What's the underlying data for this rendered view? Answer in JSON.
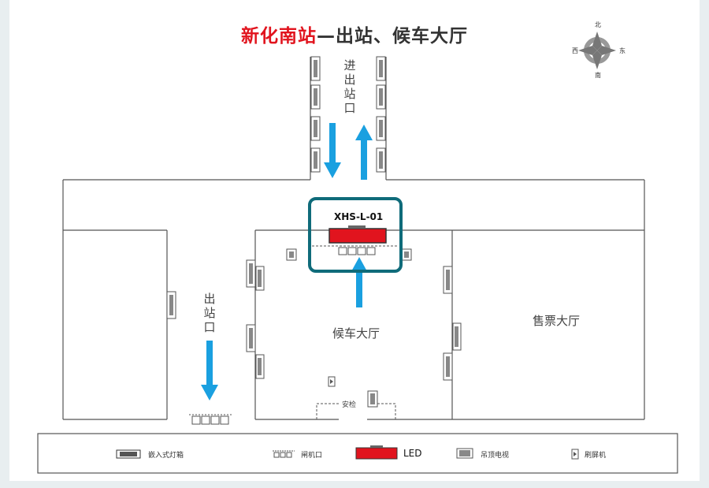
{
  "title": {
    "highlight": "新化南站",
    "rest": "—出站、候车大厅"
  },
  "compass": {
    "north": "北",
    "south": "南",
    "east": "东",
    "west": "西"
  },
  "labels": {
    "entrance_exit": "进出站口",
    "exit": "出站口",
    "waiting_hall": "候车大厅",
    "ticket_hall": "售票大厅",
    "security_check": "安检"
  },
  "highlight_box": {
    "id": "XHS-L-01"
  },
  "legend": {
    "embedded_lightbox": "嵌入式灯箱",
    "gate": "闸机口",
    "led": "LED",
    "ceiling_tv": "吊顶电视",
    "screen_machine": "刷屏机"
  },
  "colors": {
    "accent_red": "#e1141e",
    "arrow_blue": "#1aa0e0",
    "highlight_border": "#0f6b7a",
    "wall": "#555555"
  }
}
